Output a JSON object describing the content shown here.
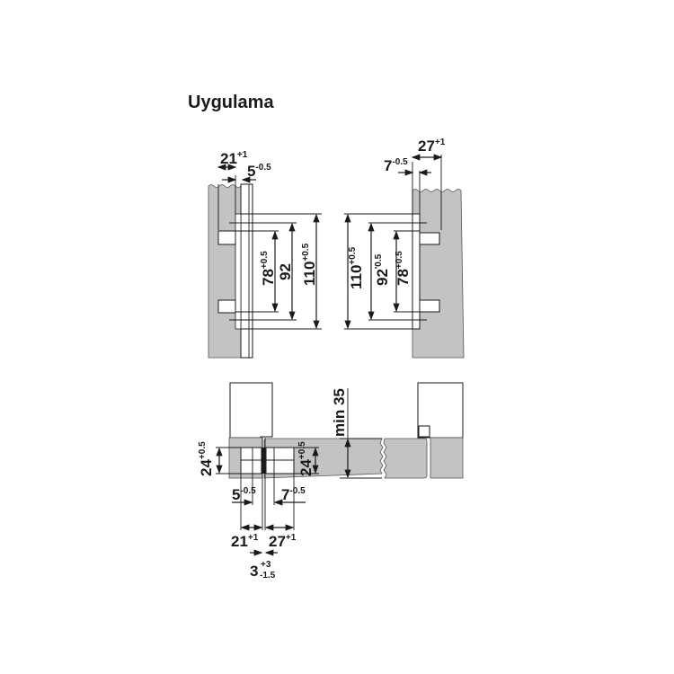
{
  "title": "Uygulama",
  "colors": {
    "panel": "#c3c3c3",
    "line": "#1a1a1a"
  },
  "top_left": {
    "d21": "21",
    "d21_tol": "+1",
    "d5": "5",
    "d5_tol": "-0.5",
    "d78": "78",
    "d78_tol": "+0.5",
    "d92": "92",
    "d110": "110",
    "d110_tol": "+0.5"
  },
  "top_right": {
    "d27": "27",
    "d27_tol": "+1",
    "d7": "7",
    "d7_tol": "-0.5",
    "d110": "110",
    "d110_tol": "+0.5",
    "d92": "92",
    "d92_tol": "'0.5",
    "d78": "78",
    "d78_tol": "+0.5"
  },
  "bottom": {
    "d24a": "24",
    "d24a_tol": "+0.5",
    "d24b": "24",
    "d24b_tol": "+0.5",
    "min35": "min 35",
    "d5": "5",
    "d5_tol": "-0.5",
    "d7": "7",
    "d7_tol": "-0.5",
    "d21": "21",
    "d21_tol": "+1",
    "d27": "27",
    "d27_tol": "+1",
    "d3": "3",
    "d3_tol_up": "+3",
    "d3_tol_down": "-1.5"
  }
}
